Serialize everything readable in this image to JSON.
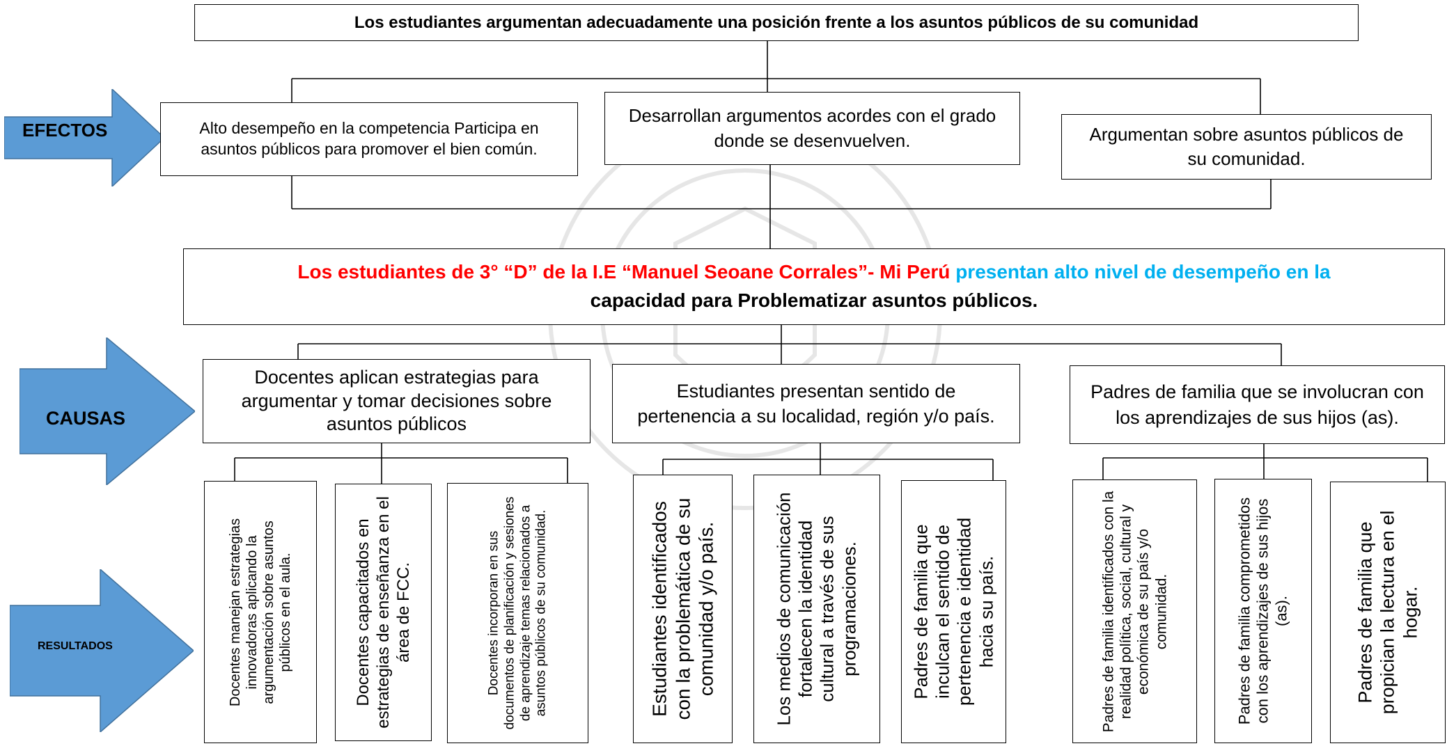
{
  "top_box": "Los estudiantes argumentan adecuadamente una posición frente a los asuntos públicos de su comunidad",
  "arrows": {
    "effects": "EFECTOS",
    "causes": "CAUSAS",
    "results": "RESULTADOS",
    "color": "#5b9bd5"
  },
  "effects": [
    "Alto desempeño en la competencia Participa en asuntos públicos para promover el bien común.",
    "Desarrollan argumentos acordes con el grado donde se desenvuelven.",
    "Argumentan sobre asuntos públicos de su comunidad."
  ],
  "central": {
    "red_text": "Los estudiantes de 3° “D” de la I.E “Manuel Seoane Corrales”- Mi Perú",
    "blue_text": "presentan alto nivel de desempeño en la",
    "black_text": "capacidad para Problematizar asuntos públicos.",
    "red_color": "#ff0000",
    "blue_color": "#00b0f0"
  },
  "causes": [
    "Docentes aplican estrategias para argumentar y tomar decisiones sobre asuntos públicos",
    "Estudiantes presentan sentido de pertenencia a su localidad, región y/o país.",
    "Padres de familia que se involucran con los aprendizajes de sus hijos (as)."
  ],
  "results": [
    "Docentes manejan estrategias innovadoras aplicando la argumentación sobre asuntos públicos en el aula.",
    "Docentes capacitados en estrategias de enseñanza en el área de FCC.",
    "Docentes incorporan en sus documentos de planificación y sesiones de aprendizaje temas relacionados a asuntos públicos de su comunidad.",
    "Estudiantes identificados con la problemática de su comunidad y/o país.",
    "Los medios de comunicación fortalecen la identidad cultural a través de sus programaciones.",
    "Padres de familia que inculcan el sentido de pertenencia e identidad hacia su país.",
    "Padres de familia identificados con la realidad política, social, cultural y económica de su país y/o comunidad.",
    "Padres de familia comprometidos con los aprendizajes de sus hijos (as).",
    "Padres de familia que propician la lectura en el hogar."
  ]
}
